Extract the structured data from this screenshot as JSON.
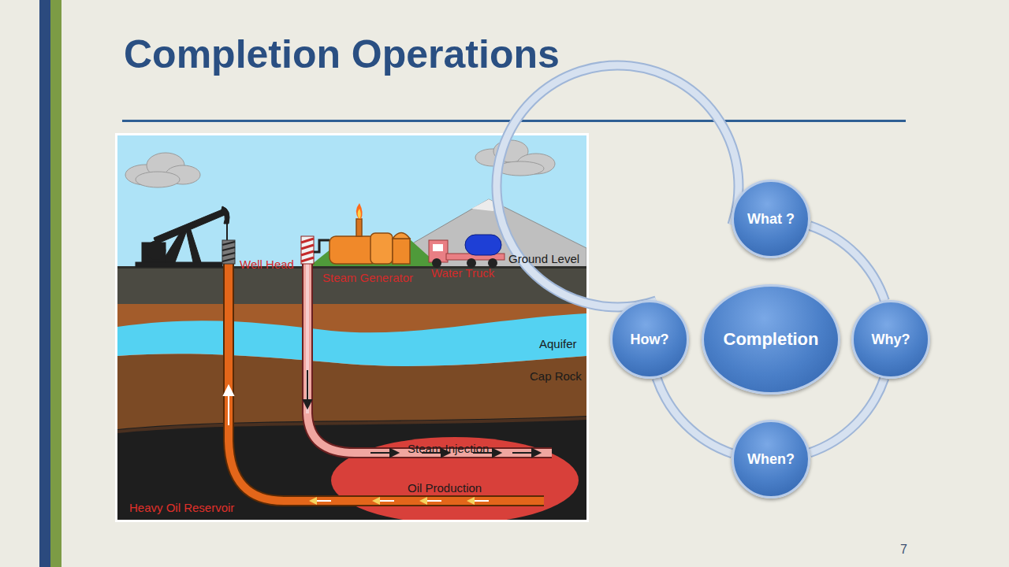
{
  "diagram": {
    "title": "Completion Operations",
    "nodes": [
      {
        "text": [
          "What ?"
        ]
      },
      {
        "text": [
          "How?"
        ]
      },
      {
        "text": [
          "Completion"
        ]
      },
      {
        "text": [
          "Why?"
        ]
      },
      {
        "text": [
          "When?"
        ]
      }
    ],
    "edges": [
      {
        "from": 0,
        "to": 3,
        "arrow": "none"
      },
      {
        "from": 3,
        "to": 4,
        "arrow": "none"
      },
      {
        "from": 4,
        "to": 1,
        "arrow": "none"
      },
      {
        "from": 1,
        "to": 0,
        "arrow": "none"
      }
    ],
    "labels": [
      "Well Head",
      "Steam Generator",
      "Water Truck",
      "Ground Level",
      "Aquifer",
      "Cap Rock",
      "Steam Injection",
      "Oil Production",
      "Heavy Oil Reservoir",
      "7"
    ]
  }
}
